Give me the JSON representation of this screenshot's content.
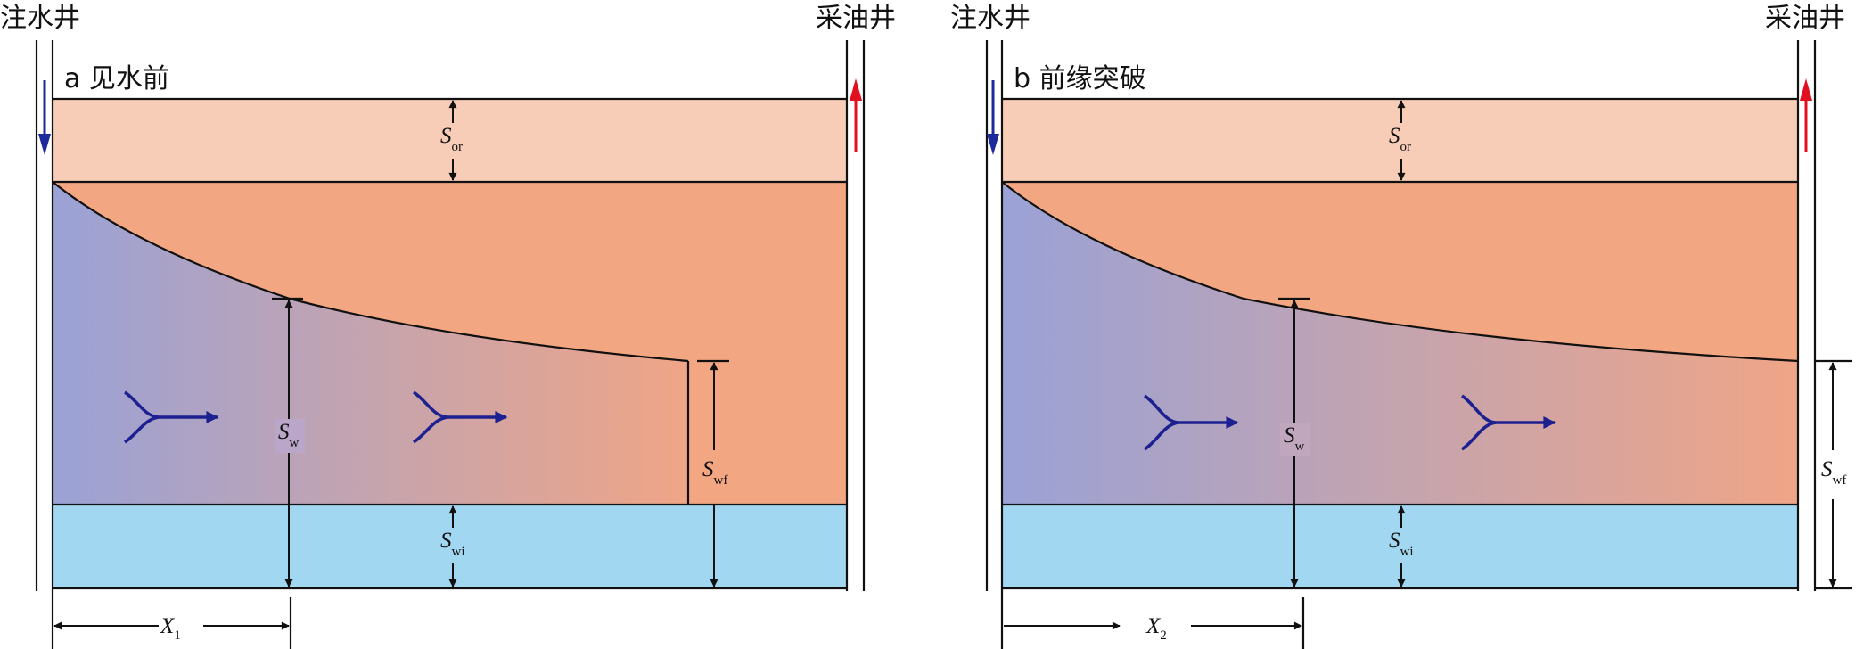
{
  "panel_a": {
    "injector_label": "注水井",
    "producer_label": "采油井",
    "title": "a 见水前",
    "sor": {
      "main": "S",
      "sub": "or"
    },
    "sw": {
      "main": "S",
      "sub": "w"
    },
    "swf": {
      "main": "S",
      "sub": "wf"
    },
    "swi": {
      "main": "S",
      "sub": "wi"
    },
    "x": {
      "main": "X",
      "sub": "1"
    }
  },
  "panel_b": {
    "injector_label": "注水井",
    "producer_label": "采油井",
    "title": "b 前缘突破",
    "sor": {
      "main": "S",
      "sub": "or"
    },
    "sw": {
      "main": "S",
      "sub": "w"
    },
    "swf": {
      "main": "S",
      "sub": "wf"
    },
    "swi": {
      "main": "S",
      "sub": "wi"
    },
    "x": {
      "main": "X",
      "sub": "2"
    }
  },
  "colors": {
    "residual_oil_zone": "#f7cdb7",
    "oil_zone": "#f2a682",
    "water_swept_start": "#9aa2d6",
    "water_swept_end": "#f0a586",
    "connate_water_zone": "#a2d7f2",
    "injection_arrow": "#1c2a9a",
    "production_arrow": "#e0101e",
    "flow_arrow": "#1c2090"
  }
}
